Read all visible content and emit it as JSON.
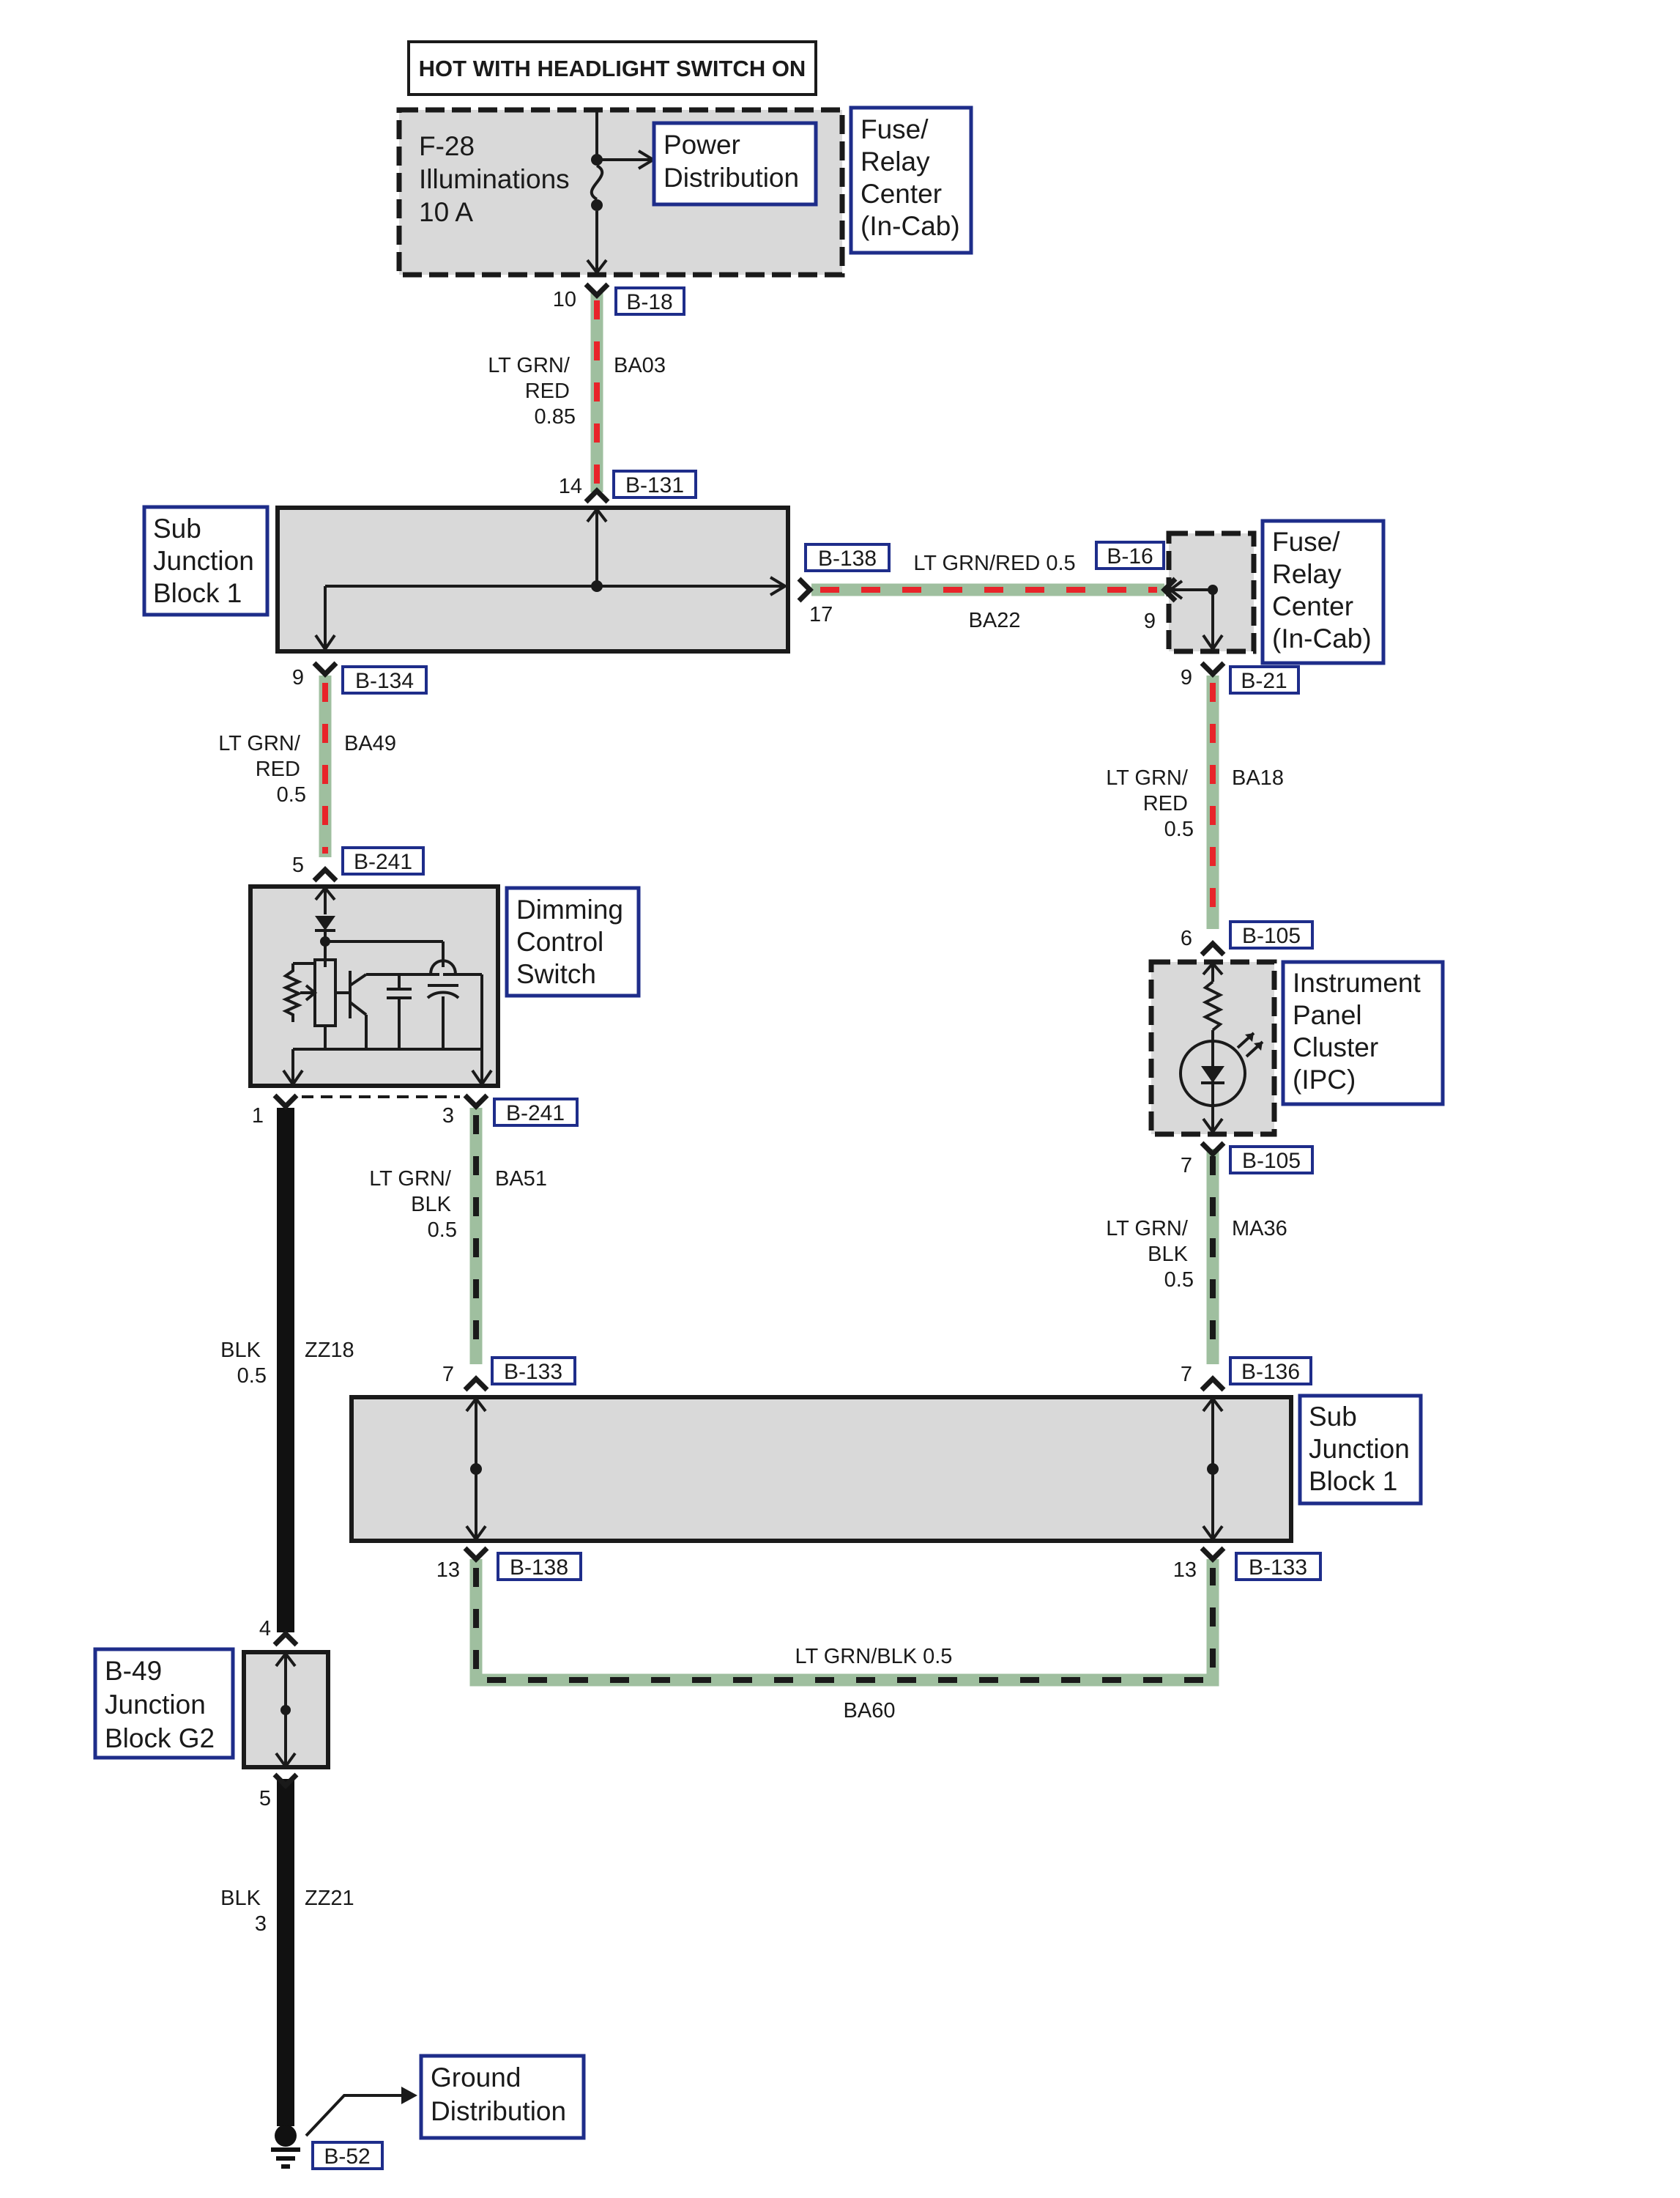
{
  "header": "HOT WITH HEADLIGHT SWITCH ON",
  "components": {
    "fuse": [
      "F-28",
      "Illuminations",
      "10 A"
    ],
    "power_distribution": [
      "Power",
      "Distribution"
    ],
    "fuse_relay_center_top": [
      "Fuse/",
      "Relay",
      "Center",
      "(In-Cab)"
    ],
    "fuse_relay_center_right": [
      "Fuse/",
      "Relay",
      "Center",
      "(In-Cab)"
    ],
    "sub_junction_block_top": [
      "Sub",
      "Junction",
      "Block 1"
    ],
    "sub_junction_block_bottom": [
      "Sub",
      "Junction",
      "Block 1"
    ],
    "dimming_control_switch": [
      "Dimming",
      "Control",
      "Switch"
    ],
    "instrument_panel_cluster": [
      "Instrument",
      "Panel",
      "Cluster",
      "(IPC)"
    ],
    "junction_block_g2": [
      "B-49",
      "Junction",
      "Block G2"
    ],
    "ground_distribution": [
      "Ground",
      "Distribution"
    ]
  },
  "connectors": {
    "b18": {
      "id": "B-18",
      "pin": "10"
    },
    "b131": {
      "id": "B-131",
      "pin": "14"
    },
    "b138_top": {
      "id": "B-138",
      "pin": "17"
    },
    "b16": {
      "id": "B-16",
      "pin": "9"
    },
    "b134": {
      "id": "B-134",
      "pin": "9"
    },
    "b21": {
      "id": "B-21",
      "pin": "9"
    },
    "b241_top": {
      "id": "B-241",
      "pin": "5"
    },
    "b105_top": {
      "id": "B-105",
      "pin": "6"
    },
    "b241_bottom": {
      "id": "B-241",
      "pin1": "1",
      "pin": "3"
    },
    "b105_bottom": {
      "id": "B-105",
      "pin": "7"
    },
    "b133_top": {
      "id": "B-133",
      "pin": "7"
    },
    "b136": {
      "id": "B-136",
      "pin": "7"
    },
    "b138_bottom": {
      "id": "B-138",
      "pin": "13"
    },
    "b133_bottom": {
      "id": "B-133",
      "pin": "13"
    },
    "b49_pins": {
      "top": "4",
      "bottom": "5"
    },
    "b52": {
      "id": "B-52"
    }
  },
  "wires": {
    "ba03": {
      "circuit": "BA03",
      "color": [
        "LT GRN/",
        "RED",
        "0.85"
      ]
    },
    "ba22": {
      "circuit": "BA22",
      "color": "LT GRN/RED 0.5"
    },
    "ba49": {
      "circuit": "BA49",
      "color": [
        "LT GRN/",
        "RED",
        "0.5"
      ]
    },
    "ba18": {
      "circuit": "BA18",
      "color": [
        "LT GRN/",
        "RED",
        "0.5"
      ]
    },
    "ba51": {
      "circuit": "BA51",
      "color": [
        "LT GRN/",
        "BLK",
        "0.5"
      ]
    },
    "ma36": {
      "circuit": "MA36",
      "color": [
        "LT GRN/",
        "BLK",
        "0.5"
      ]
    },
    "zz18": {
      "circuit": "ZZ18",
      "color": [
        "BLK",
        "0.5"
      ]
    },
    "ba60": {
      "circuit": "BA60",
      "color": "LT GRN/BLK 0.5"
    },
    "zz21": {
      "circuit": "ZZ21",
      "color": [
        "BLK",
        "3"
      ]
    }
  },
  "colors": {
    "wire_green": "#9fbf9f",
    "stripe_red": "#e8242a",
    "stripe_black": "#1a1a1a",
    "component_fill": "#d9d9d9",
    "label_border": "#1e2d8a"
  }
}
